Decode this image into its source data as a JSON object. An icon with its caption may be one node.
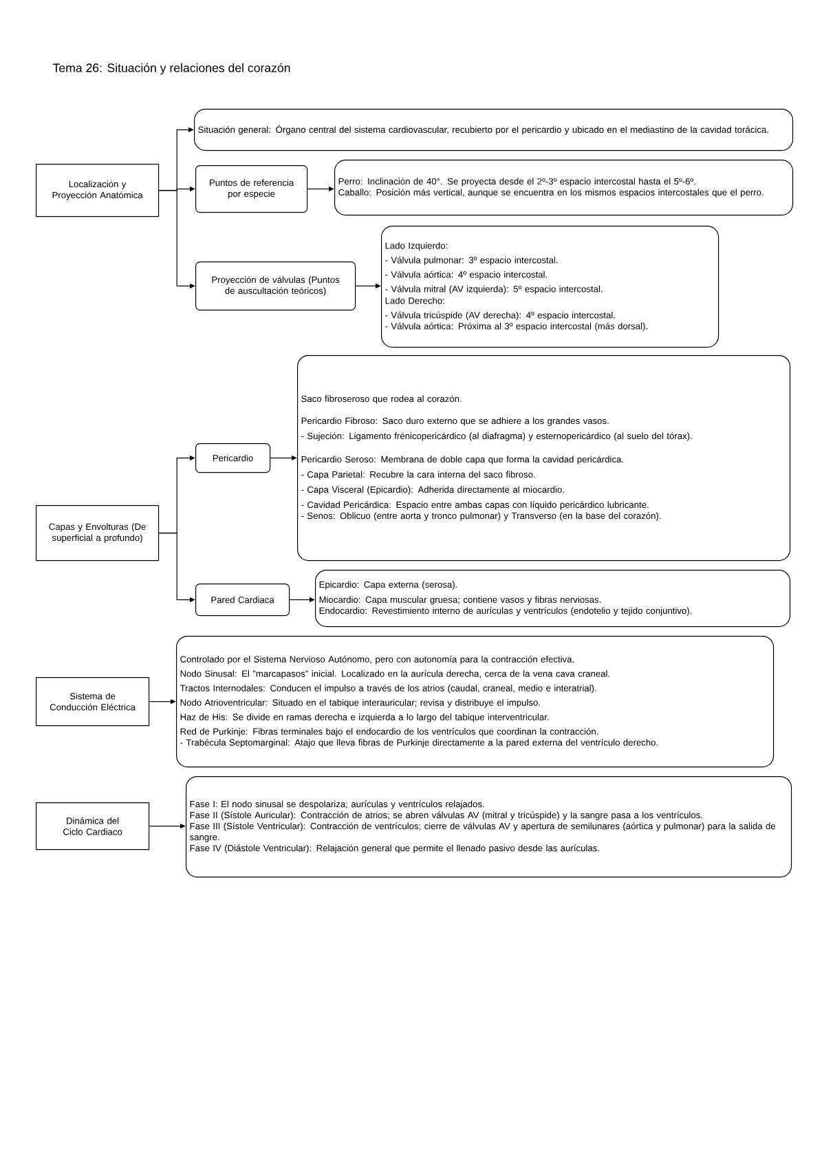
{
  "diagram": {
    "title": "Tema 26: Situación y relaciones del corazón",
    "nodes": [
      {
        "text": [
          "Localización y Proyección Anatómica"
        ]
      },
      {
        "text": [
          "Situación general: Órgano central del sistema cardiovascular, recubierto por el pericardio y ubicado en el mediastino de la cavidad torácica."
        ]
      },
      {
        "text": [
          "Puntos de referencia por especie"
        ]
      },
      {
        "text": [
          "Perro: Inclinación de 40°. Se proyecta desde el 2º-3º espacio intercostal hasta el 5º-6º.",
          "Caballo: Posición más vertical, aunque se encuentra en los mismos espacios intercostales que el perro."
        ]
      },
      {
        "text": [
          "Proyección de válvulas (Puntos de auscultación teóricos)"
        ]
      },
      {
        "text": [
          "Lado Izquierdo:",
          "- Válvula pulmonar: 3º espacio intercostal.",
          "- Válvula aórtica: 4º espacio intercostal.",
          "- Válvula mitral (AV izquierda): 5º espacio intercostal.",
          "Lado Derecho:",
          "- Válvula tricúspide (AV derecha): 4º espacio intercostal.",
          "- Válvula aórtica: Próxima al 3º espacio intercostal (más dorsal)."
        ]
      },
      {
        "text": [
          "Capas y Envolturas (De superficial a profundo)"
        ]
      },
      {
        "text": [
          "Pericardio"
        ]
      },
      {
        "text": [
          "Saco fibroseroso que rodea al corazón.",
          "Pericardio Fibroso: Saco duro externo que se adhiere a los grandes vasos.",
          "- Sujeción: Ligamento frénicopericárdico (al diafragma) y esternopericárdico (al suelo del tórax).",
          "Pericardio Seroso: Membrana de doble capa que forma la cavidad pericárdica.",
          "- Capa Parietal: Recubre la cara interna del saco fibroso.",
          "- Capa Visceral (Epicardio): Adherida directamente al miocardio.",
          "- Cavidad Pericárdica: Espacio entre ambas capas con líquido pericárdico lubricante.",
          "- Senos: Oblicuo (entre aorta y tronco pulmonar) y Transverso (en la base del corazón)."
        ]
      },
      {
        "text": [
          "Pared Cardiaca"
        ]
      },
      {
        "text": [
          "Epicardio: Capa externa (serosa).",
          "Miocardio: Capa muscular gruesa; contiene vasos y fibras nerviosas.",
          "Endocardio: Revestimiento interno de aurículas y ventrículos (endotelio y tejido conjuntivo)."
        ]
      },
      {
        "text": [
          "Sistema de Conducción Eléctrica"
        ]
      },
      {
        "text": [
          "Controlado por el Sistema Nervioso Autónomo, pero con autonomía para la contracción efectiva.",
          "Nodo Sinusal: El \"marcapasos\" inicial. Localizado en la aurícula derecha, cerca de la vena cava craneal.",
          "Tractos Internodales: Conducen el impulso a través de los atrios (caudal, craneal, medio e interatrial).",
          "Nodo Atrioventricular: Situado en el tabique interauricular; revisa y distribuye el impulso.",
          "Haz de His: Se divide en ramas derecha e izquierda a lo largo del tabique interventricular.",
          "Red de Purkinje: Fibras terminales bajo el endocardio de los ventrículos que coordinan la contracción.",
          "- Trabécula Septomarginal: Atajo que lleva fibras de Purkinje directamente a la pared externa del ventrículo derecho."
        ]
      },
      {
        "text": [
          "Dinámica del Ciclo Cardiaco"
        ]
      },
      {
        "text": [
          "Fase I: El nodo sinusal se despolariza; aurículas y ventrículos relajados.",
          "Fase II (Sístole Auricular): Contracción de atrios; se abren válvulas AV (mitral y tricúspide) y la sangre pasa a los ventrículos.",
          "Fase III (Sístole Ventricular): Contracción de ventrículos; cierre de válvulas AV y apertura de semilunares (aórtica y pulmonar) para la salida de sangre.",
          "Fase IV (Diástole Ventricular): Relajación general que permite el llenado pasivo desde las aurículas."
        ]
      }
    ],
    "edges": [
      {
        "from": 0,
        "to": 1,
        "arrow": "to"
      },
      {
        "from": 0,
        "to": 2,
        "arrow": "to"
      },
      {
        "from": 0,
        "to": 4,
        "arrow": "to"
      },
      {
        "from": 2,
        "to": 3,
        "arrow": "to"
      },
      {
        "from": 4,
        "to": 5,
        "arrow": "to"
      },
      {
        "from": 6,
        "to": 7,
        "arrow": "to"
      },
      {
        "from": 6,
        "to": 9,
        "arrow": "to"
      },
      {
        "from": 7,
        "to": 8,
        "arrow": "to"
      },
      {
        "from": 9,
        "to": 10,
        "arrow": "to"
      },
      {
        "from": 11,
        "to": 12,
        "arrow": "to"
      },
      {
        "from": 13,
        "to": 14,
        "arrow": "to"
      }
    ]
  }
}
